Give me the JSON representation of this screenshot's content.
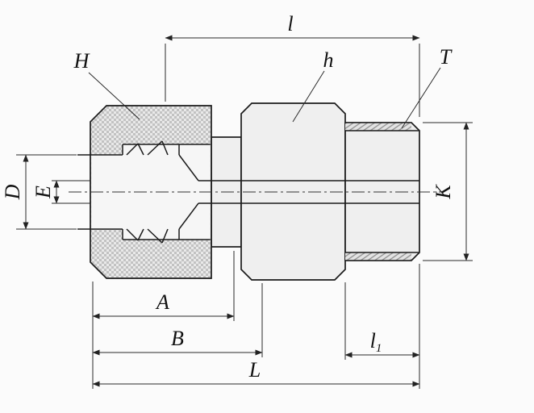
{
  "drawing": {
    "colors": {
      "line": "#1b1b1b",
      "hatch_dark": "#c2c2c2",
      "hatch_light": "#e9e9e9",
      "part_fill": "#efefef",
      "background": "#fbfbfb"
    },
    "labels": {
      "l": "l",
      "H": "H",
      "h": "h",
      "T": "T",
      "D": "D",
      "E": "E",
      "K": "K",
      "A": "A",
      "B": "B",
      "l1_main": "l",
      "l1_sub": "1",
      "L": "L"
    }
  }
}
